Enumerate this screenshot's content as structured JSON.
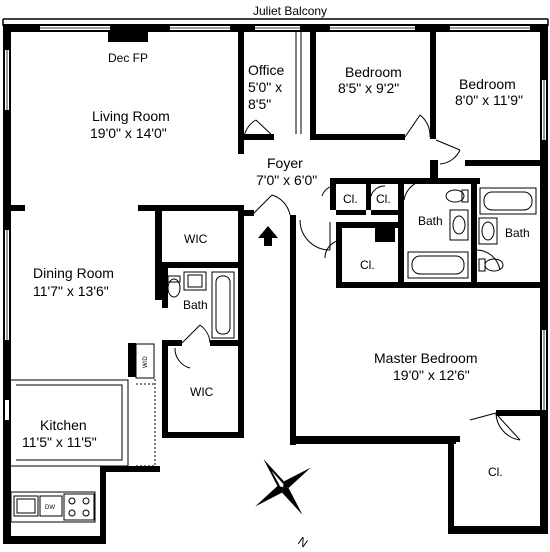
{
  "balcony": {
    "label": "Juliet Balcony"
  },
  "rooms": {
    "living": {
      "name": "Living Room",
      "dims": "19'0\" x 14'0\"",
      "feature": "Dec FP"
    },
    "office": {
      "name": "Office",
      "line2": "5'0\" x",
      "line3": "8'5\""
    },
    "bedroom1": {
      "name": "Bedroom",
      "dims": "8'5\" x 9'2\""
    },
    "bedroom2": {
      "name": "Bedroom",
      "dims": "8'0\" x 11'9\""
    },
    "foyer": {
      "name": "Foyer",
      "dims": "7'0\" x 6'0\""
    },
    "dining": {
      "name": "Dining Room",
      "dims": "11'7\" x 13'6\""
    },
    "kitchen": {
      "name": "Kitchen",
      "dims": "11'5\" x 11'5\""
    },
    "master": {
      "name": "Master Bedroom",
      "dims": "19'0\" x 12'6\""
    }
  },
  "closets": {
    "wic_upper": "WIC",
    "wic_lower": "WIC",
    "cl_foyer_1": "Cl.",
    "cl_foyer_2": "Cl.",
    "cl_master_entry": "Cl.",
    "cl_master_corner": "Cl."
  },
  "baths": {
    "bath_center": "Bath",
    "bath_right": "Bath",
    "bath_dining": "Bath"
  },
  "appliances": {
    "dishwasher": "DW",
    "washer_dryer": "W/D"
  },
  "compass": {
    "north": "N"
  }
}
